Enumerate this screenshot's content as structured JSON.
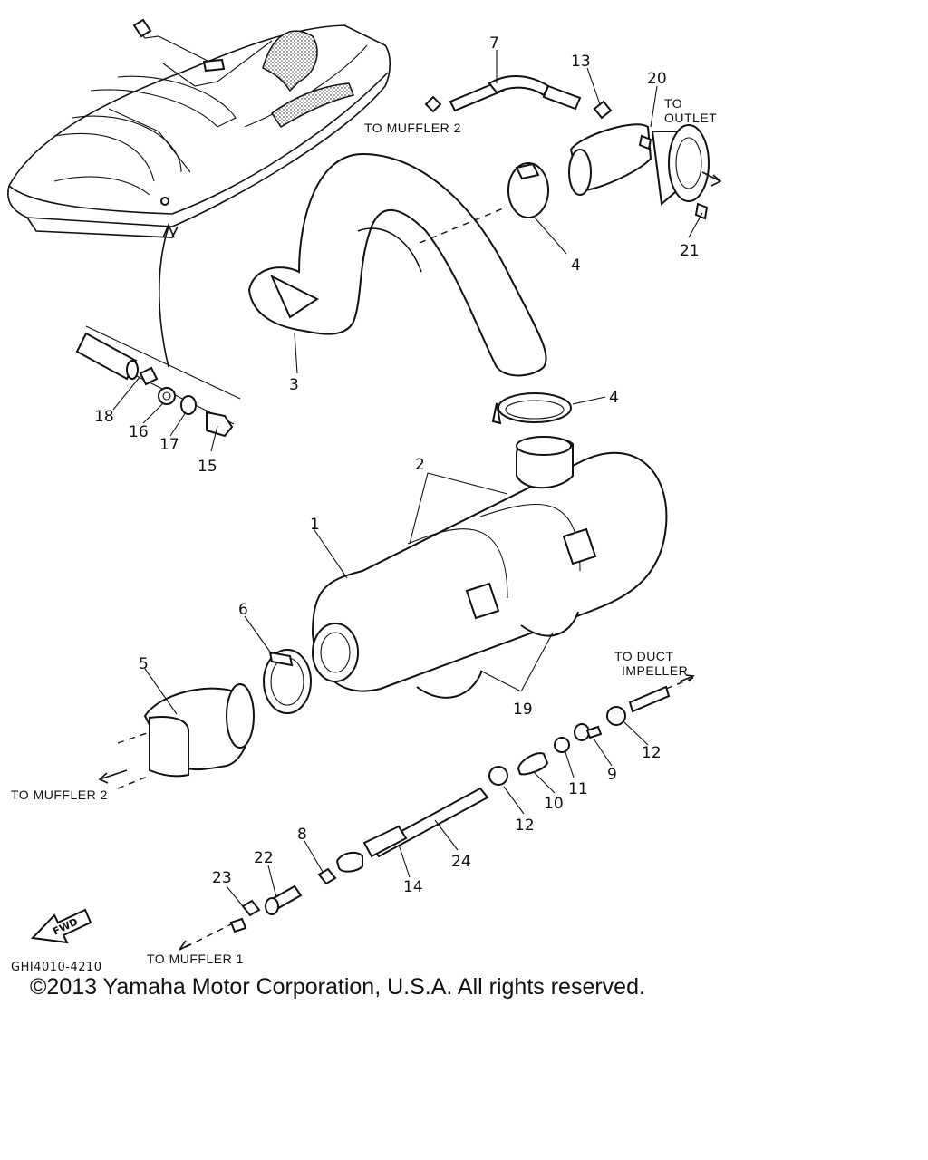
{
  "diagram": {
    "callouts": [
      {
        "id": "1",
        "text": "1"
      },
      {
        "id": "2",
        "text": "2"
      },
      {
        "id": "3",
        "text": "3"
      },
      {
        "id": "4a",
        "text": "4"
      },
      {
        "id": "4b",
        "text": "4"
      },
      {
        "id": "5",
        "text": "5"
      },
      {
        "id": "6",
        "text": "6"
      },
      {
        "id": "7",
        "text": "7"
      },
      {
        "id": "8",
        "text": "8"
      },
      {
        "id": "9",
        "text": "9"
      },
      {
        "id": "10",
        "text": "10"
      },
      {
        "id": "11",
        "text": "11"
      },
      {
        "id": "12a",
        "text": "12"
      },
      {
        "id": "12b",
        "text": "12"
      },
      {
        "id": "13",
        "text": "13"
      },
      {
        "id": "14",
        "text": "14"
      },
      {
        "id": "15",
        "text": "15"
      },
      {
        "id": "16",
        "text": "16"
      },
      {
        "id": "17",
        "text": "17"
      },
      {
        "id": "18",
        "text": "18"
      },
      {
        "id": "19",
        "text": "19"
      },
      {
        "id": "20",
        "text": "20"
      },
      {
        "id": "21",
        "text": "21"
      },
      {
        "id": "22",
        "text": "22"
      },
      {
        "id": "23",
        "text": "23"
      },
      {
        "id": "24",
        "text": "24"
      }
    ],
    "notes": {
      "to_muffler_2_top": "TO MUFFLER 2",
      "to_outlet_1": "TO",
      "to_outlet_2": "OUTLET",
      "to_duct_1": "TO DUCT",
      "to_duct_2": "IMPELLER",
      "to_muffler_2_left": "TO MUFFLER 2",
      "to_muffler_1": "TO MUFFLER 1"
    },
    "fwd_label": "FWD",
    "drawing_code": "GHI4010-4210"
  },
  "footer": {
    "copyright": "©2013 Yamaha Motor Corporation, U.S.A. All rights reserved."
  }
}
